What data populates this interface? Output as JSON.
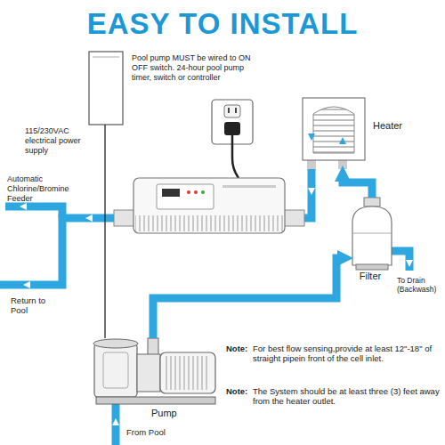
{
  "diagram": {
    "title": "EASY TO INSTALL",
    "nodes": [
      {
        "text": [
          "115/230VAC electrical power supply"
        ]
      },
      {
        "text": [
          "Heater"
        ]
      },
      {
        "text": [
          "Filter"
        ]
      },
      {
        "text": [
          "Pump"
        ]
      }
    ],
    "edges": [
      {
        "from": 0,
        "to": 3,
        "arrow": "none"
      },
      {
        "from": 3,
        "to": 2,
        "arrow": "to"
      },
      {
        "from": 2,
        "to": 1,
        "arrow": "to"
      }
    ],
    "labels": [
      "Pool pump MUST be wired to ON OFF switch. 24-hour pool pump timer, switch or controller",
      "Automatic Chlorine/Bromine Feeder",
      "Return to Pool",
      "To Drain (Backwash)",
      "Note:",
      "For best flow sensing,provide at least 12\"-18\" of straight pipein front of the cell inlet.",
      "Note:",
      "The System should be at least three (3) feet away from the heater outlet.",
      "From Pool"
    ]
  }
}
